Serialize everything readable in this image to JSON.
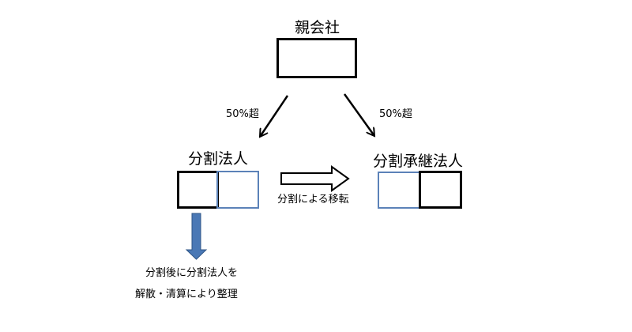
{
  "diagram": {
    "parent": {
      "label": "親会社"
    },
    "split_company": {
      "label": "分割法人"
    },
    "successor_company": {
      "label": "分割承継法人"
    },
    "edges": {
      "left_ownership": "50%超",
      "right_ownership": "50%超",
      "transfer": "分割による移転"
    },
    "note": {
      "line1": "分割後に分割法人を",
      "line2": "解散・清算により整理"
    },
    "colors": {
      "black": "#000000",
      "blue_box": "#5b82b8",
      "blue_arrow_fill": "#4a78b5",
      "blue_arrow_stroke": "#2f5586"
    }
  }
}
